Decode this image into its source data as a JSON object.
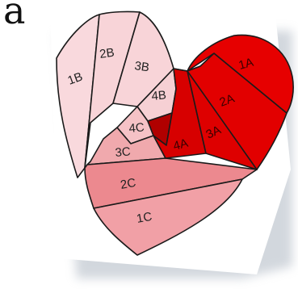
{
  "figure": {
    "panel_letter": "a"
  },
  "segments": [
    {
      "id": "1A",
      "label": "1A",
      "fill": "#e60000"
    },
    {
      "id": "2A",
      "label": "2A",
      "fill": "#e20000"
    },
    {
      "id": "3A",
      "label": "3A",
      "fill": "#de0000"
    },
    {
      "id": "4A",
      "label": "4A",
      "fill": "#d70000"
    },
    {
      "id": "center",
      "label": "",
      "fill": "#b00000"
    },
    {
      "id": "1B",
      "label": "1B",
      "fill": "#f9d9dd"
    },
    {
      "id": "2B",
      "label": "2B",
      "fill": "#f8d4d8"
    },
    {
      "id": "3B",
      "label": "3B",
      "fill": "#f8d4d8"
    },
    {
      "id": "4B",
      "label": "4B",
      "fill": "#f6d0d4"
    },
    {
      "id": "4C",
      "label": "4C",
      "fill": "#f5c2c6"
    },
    {
      "id": "3C",
      "label": "3C",
      "fill": "#f0a9ad"
    },
    {
      "id": "2C",
      "label": "2C",
      "fill": "#ec898f"
    },
    {
      "id": "1C",
      "label": "1C",
      "fill": "#f1a0a6"
    }
  ],
  "colors": {
    "outline": "#1a1a1a",
    "card": "#ffffff",
    "shadow": "#a9b3bf"
  }
}
